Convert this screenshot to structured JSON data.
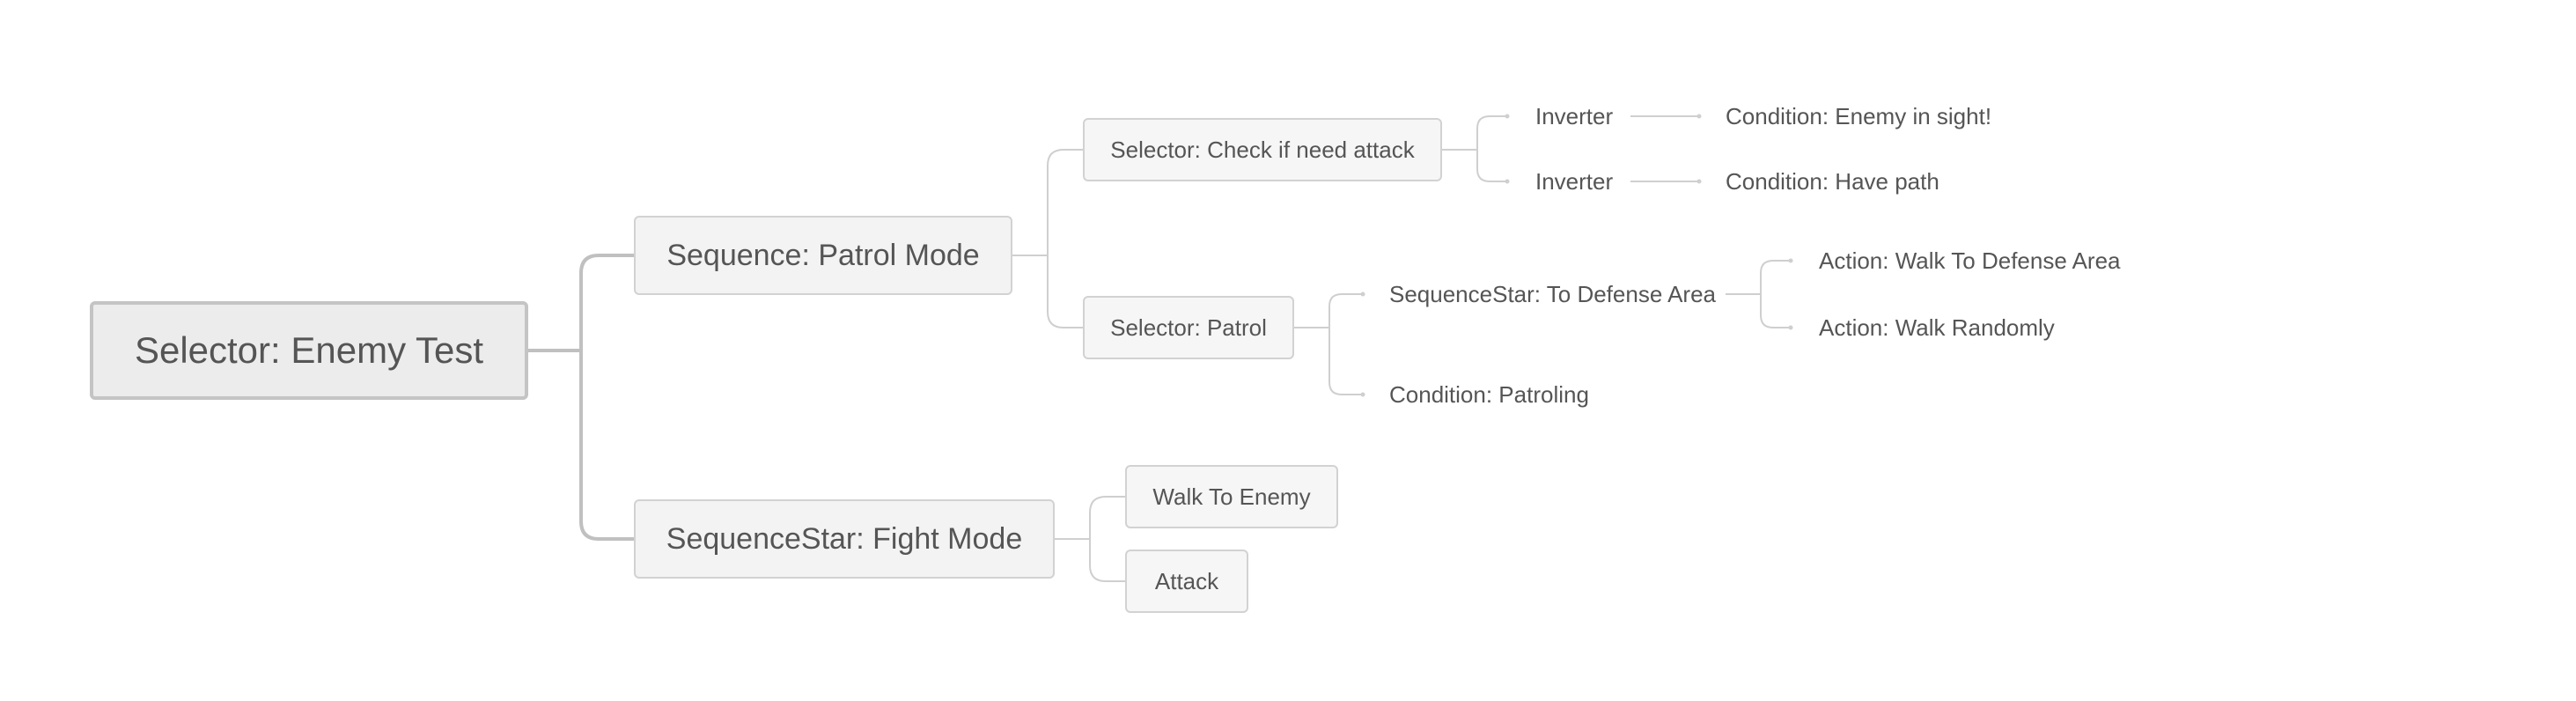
{
  "root": {
    "label": "Selector: Enemy Test"
  },
  "patrol_mode": {
    "label": "Sequence: Patrol Mode",
    "check_attack": {
      "label": "Selector: Check if need attack",
      "inverter_sight": "Inverter",
      "cond_sight": "Condition: Enemy in sight!",
      "inverter_path": "Inverter",
      "cond_path": "Condition: Have path"
    },
    "patrol": {
      "label": "Selector: Patrol",
      "defense": {
        "label": "SequenceStar: To Defense Area",
        "walk_defense": "Action: Walk To Defense Area",
        "walk_random": "Action: Walk Randomly"
      },
      "cond_patroling": "Condition: Patroling"
    }
  },
  "fight_mode": {
    "label": "SequenceStar: Fight Mode",
    "walk_enemy": "Walk To Enemy",
    "attack": "Attack"
  },
  "colors": {
    "connector": "#cfcfcf",
    "root_connector": "#c0c0c0",
    "root_fill": "#ececec",
    "node_fill": "#f4f4f4",
    "node_border": "#d2d2d2",
    "text": "#555555"
  }
}
